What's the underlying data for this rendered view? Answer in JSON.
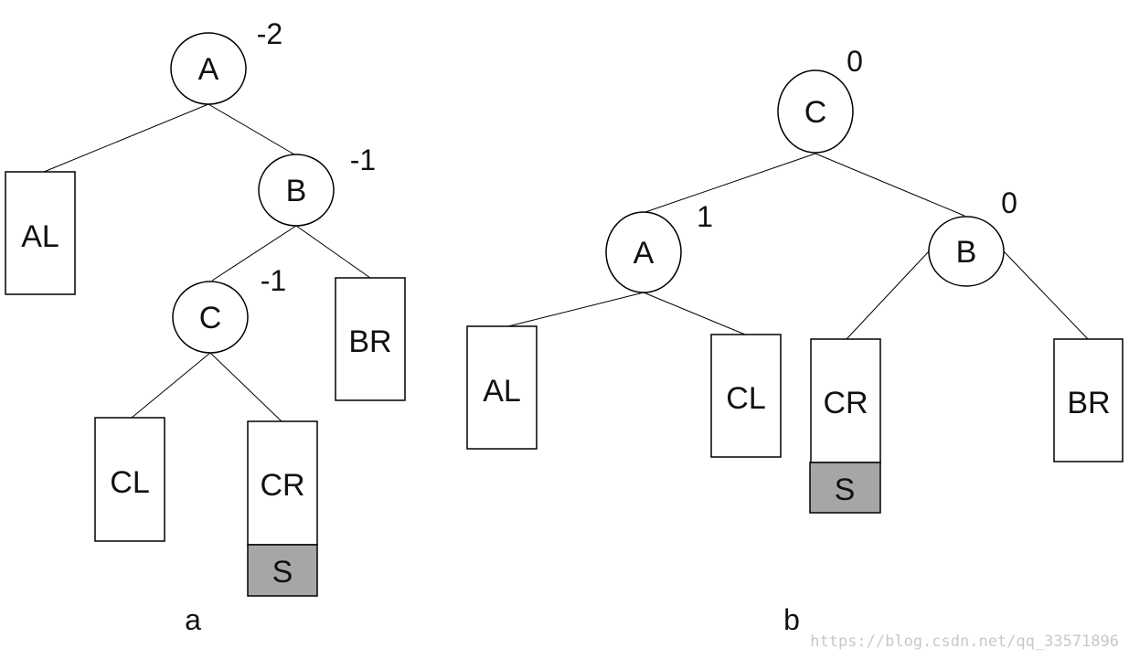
{
  "colors": {
    "stroke": "#000000",
    "fill": "#ffffff",
    "shaded": "#a6a6a6",
    "text": "#111111",
    "watermark": "#c8c8c8"
  },
  "diagram_a": {
    "caption": "a",
    "nodes": {
      "A": {
        "label": "A",
        "bf": "-2"
      },
      "B": {
        "label": "B",
        "bf": "-1"
      },
      "C": {
        "label": "C",
        "bf": "-1"
      }
    },
    "subtrees": {
      "AL": {
        "label": "AL"
      },
      "BR": {
        "label": "BR"
      },
      "CL": {
        "label": "CL"
      },
      "CR": {
        "label": "CR"
      },
      "S": {
        "label": "S"
      }
    }
  },
  "diagram_b": {
    "caption": "b",
    "nodes": {
      "C": {
        "label": "C",
        "bf": "0"
      },
      "A": {
        "label": "A",
        "bf": "1"
      },
      "B": {
        "label": "B",
        "bf": "0"
      }
    },
    "subtrees": {
      "AL": {
        "label": "AL"
      },
      "CL": {
        "label": "CL"
      },
      "CR": {
        "label": "CR"
      },
      "S": {
        "label": "S"
      },
      "BR": {
        "label": "BR"
      }
    }
  },
  "watermark": "https://blog.csdn.net/qq_33571896"
}
